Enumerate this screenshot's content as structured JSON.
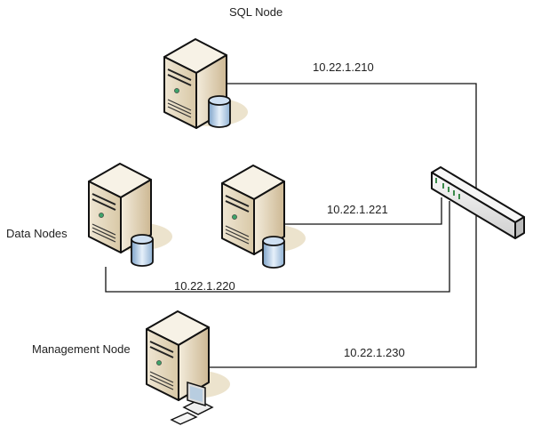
{
  "diagram": {
    "title": "MySQL Cluster network topology",
    "labels": {
      "sql_node": "SQL Node",
      "data_nodes": "Data Nodes",
      "management_node": "Management Node"
    },
    "links": [
      {
        "from": "SQL Node",
        "to": "Switch",
        "ip": "10.22.1.210"
      },
      {
        "from": "Data Node 2",
        "to": "Switch",
        "ip": "10.22.1.221"
      },
      {
        "from": "Data Node 1",
        "to": "Switch",
        "ip": "10.22.1.220"
      },
      {
        "from": "Management Node",
        "to": "Switch",
        "ip": "10.22.1.230"
      }
    ],
    "icons": {
      "server": "server-tower-icon",
      "database": "database-cylinder-icon",
      "workstation": "desktop-computer-icon",
      "switch": "network-switch-icon"
    }
  }
}
